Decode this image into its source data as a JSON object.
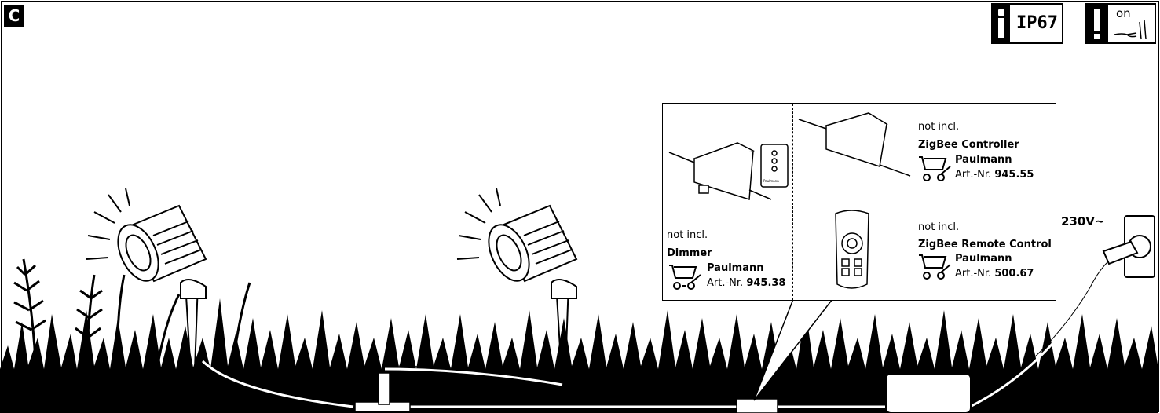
{
  "panel_label": "C",
  "badges": {
    "ip_rating": "IP67",
    "switch_on": "on"
  },
  "voltage": "230V~",
  "accessories": {
    "dimmer": {
      "availability": "not incl.",
      "name": "Dimmer",
      "brand": "Paulmann",
      "art_prefix": "Art.-Nr.",
      "art_number": "945.38",
      "remote_logo": "Paulmann"
    },
    "zigbee_controller": {
      "availability": "not incl.",
      "name": "ZigBee Controller",
      "brand": "Paulmann",
      "art_prefix": "Art.-Nr.",
      "art_number": "945.55"
    },
    "zigbee_remote": {
      "availability": "not incl.",
      "name": "ZigBee Remote Control",
      "brand": "Paulmann",
      "art_prefix": "Art.-Nr.",
      "art_number": "500.67"
    }
  },
  "icons": {
    "cart": "shopping-cart-icon",
    "info": "info-icon",
    "warning": "warning-icon",
    "plug": "plug-icon",
    "socket": "wall-socket-icon"
  }
}
